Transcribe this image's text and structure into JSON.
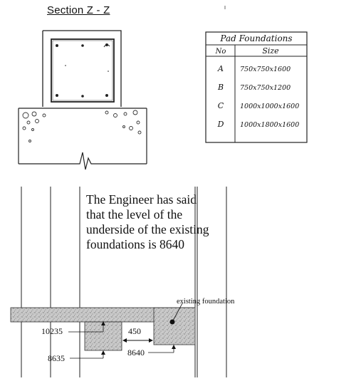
{
  "section_title": "Section Z - Z",
  "pad_table": {
    "title": "Pad Foundations",
    "col_no": "No",
    "col_size": "Size",
    "rows": [
      {
        "no": "A",
        "size": "750x750x1600"
      },
      {
        "no": "B",
        "size": "750x750x1200"
      },
      {
        "no": "C",
        "size": "1000x1000x1600"
      },
      {
        "no": "D",
        "size": "1000x1800x1600"
      }
    ]
  },
  "engineer_note": "The Engineer has said that the level of the underside of the existing foundations is 8640",
  "labels": {
    "existing_foundation": "existing foundation",
    "level_top": "10235",
    "level_new_bottom": "8635",
    "gap": "450",
    "level_existing_bottom": "8640"
  }
}
